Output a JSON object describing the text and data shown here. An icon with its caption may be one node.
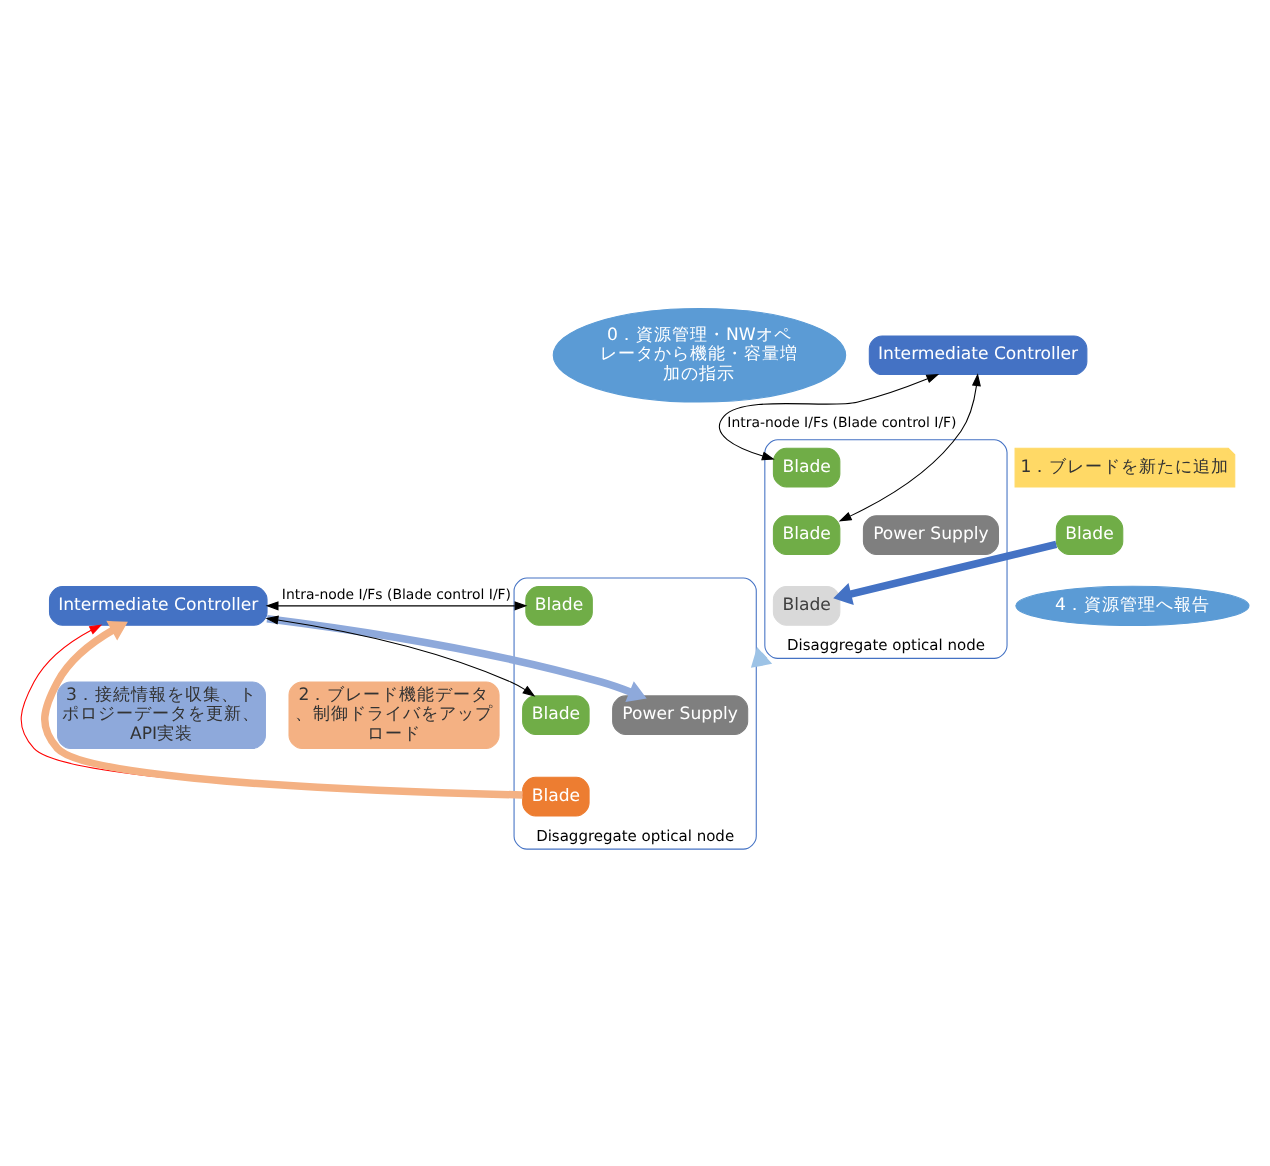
{
  "diagram": {
    "nodes": [
      {
        "text": [
          "0．資源管理・NWオペレータから機能・容量増加の指示"
        ]
      },
      {
        "text": [
          "Disaggregate optical node"
        ]
      },
      {
        "text": [
          "Intermediate Controller"
        ]
      },
      {
        "text": [
          "Power Supply"
        ],
        "in": 1
      },
      {
        "text": [
          "Blade"
        ],
        "in": 1
      },
      {
        "text": [
          "Blade"
        ],
        "in": 1
      },
      {
        "text": [
          "Blade"
        ],
        "in": 1
      },
      {
        "text": [
          "Blade"
        ]
      },
      {
        "text": [
          "1．ブレードを新たに追加"
        ]
      },
      {
        "text": [
          "4．資源管理へ報告"
        ]
      },
      {
        "text": [
          "Disaggregate optical node"
        ]
      },
      {
        "text": [
          "Intermediate Controller"
        ]
      },
      {
        "text": [
          "Power Supply"
        ],
        "in": 10
      },
      {
        "text": [
          "Blade"
        ],
        "in": 10
      },
      {
        "text": [
          "Blade"
        ],
        "in": 10
      },
      {
        "text": [
          "Blade"
        ],
        "in": 10
      },
      {
        "text": [
          "3．接続情報を収集、トポロジーデータを更新、API実装"
        ]
      },
      {
        "text": [
          "2．ブレード機能データ、制御ドライバをアップロード"
        ]
      }
    ],
    "edges": [
      {
        "from": 2,
        "to": 4,
        "arrow": "both",
        "label": "Intra-node I/Fs (Blade control I/F)"
      },
      {
        "from": 2,
        "to": 5,
        "arrow": "both"
      },
      {
        "from": 7,
        "to": 6,
        "arrow": "to",
        "style": "thick",
        "color": "#4472c4"
      },
      {
        "from": 1,
        "to": 10,
        "arrow": "to",
        "style": "thick",
        "color": "#9dc3e6"
      },
      {
        "from": 11,
        "to": 13,
        "arrow": "both",
        "label": "Intra-node I/Fs (Blade control I/F)"
      },
      {
        "from": 11,
        "to": 14,
        "arrow": "both"
      },
      {
        "from": 15,
        "to": 11,
        "arrow": "to",
        "color": "#ff0000"
      },
      {
        "from": 15,
        "to": 11,
        "arrow": "to",
        "style": "thick",
        "color": "#f4b183"
      },
      {
        "from": 11,
        "to": 12,
        "arrow": "to",
        "style": "thick",
        "color": "#8ea9db"
      }
    ]
  }
}
